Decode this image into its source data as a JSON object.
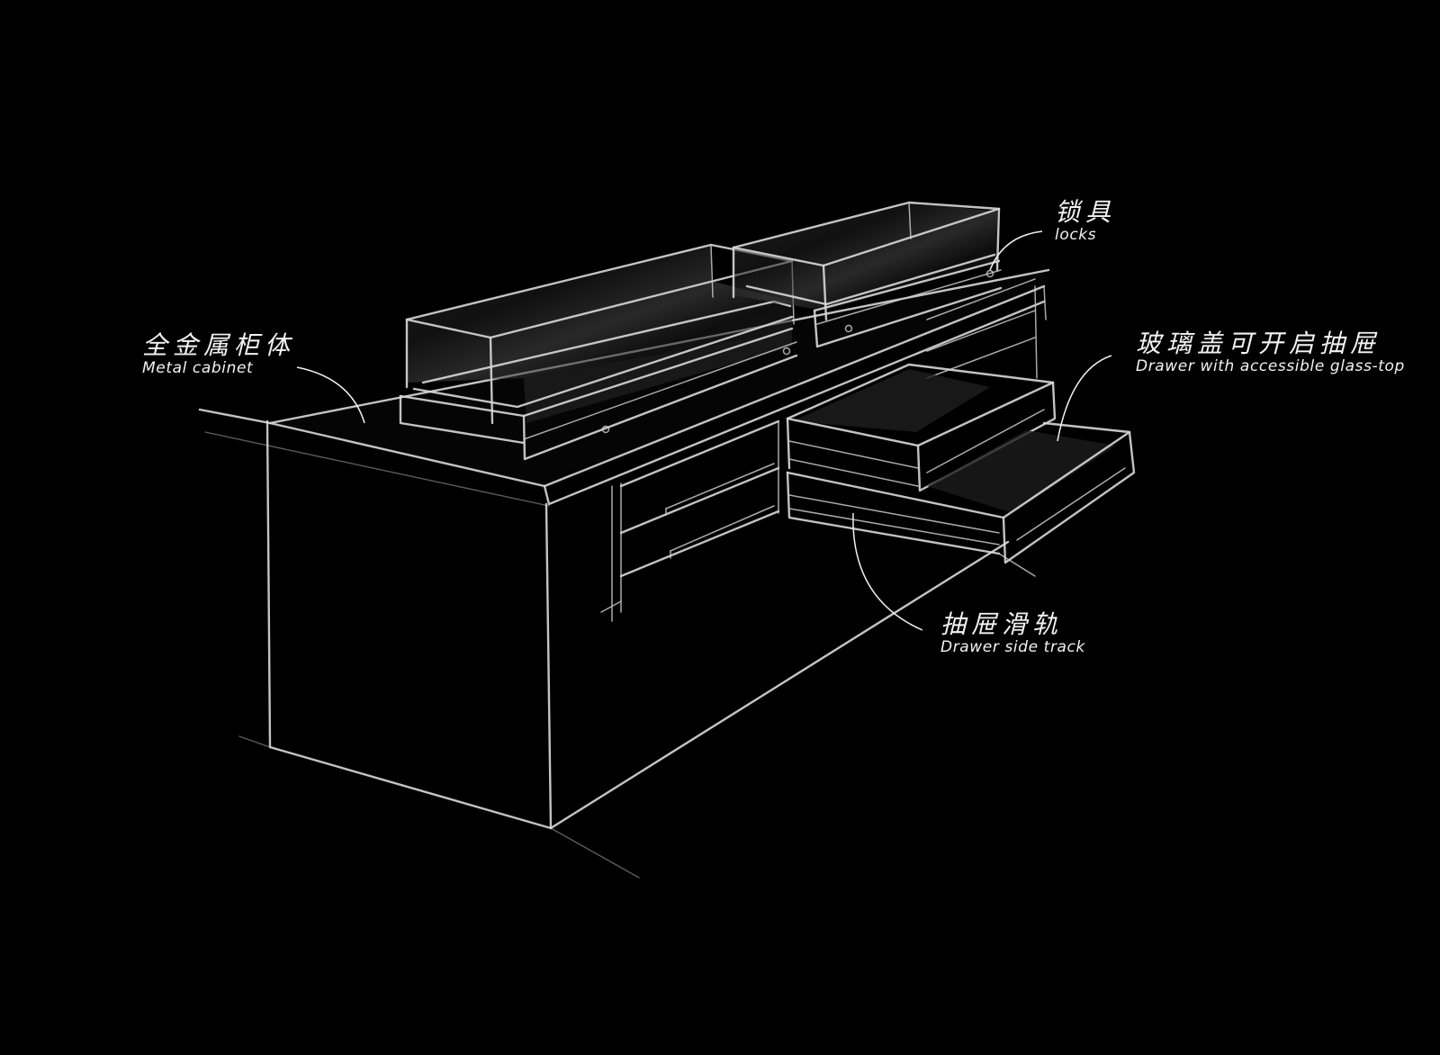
{
  "diagram": {
    "type": "hand-drawn perspective sketch",
    "subject": "Metal display cabinet with glass-top drawers",
    "background_color": "#000000",
    "line_color": "#d8d8d8"
  },
  "labels": {
    "metal_cabinet": {
      "zh": "全金属柜体",
      "en": "Metal cabinet"
    },
    "locks": {
      "zh": "锁具",
      "en": "locks"
    },
    "glass_top_drawer": {
      "zh": "玻璃盖可开启抽屉",
      "en": "Drawer with accessible glass-top"
    },
    "drawer_track": {
      "zh": "抽屉滑轨",
      "en": "Drawer side track"
    }
  },
  "components": [
    {
      "id": "cabinet-body",
      "name": "Metal cabinet body"
    },
    {
      "id": "glass-case-left",
      "name": "Long glass display case (left)"
    },
    {
      "id": "glass-case-right",
      "name": "Glass display case (right)"
    },
    {
      "id": "drawer-bank-left",
      "name": "Closed drawers (left bank)"
    },
    {
      "id": "drawer-open-upper",
      "name": "Open glass-top drawer (upper)"
    },
    {
      "id": "drawer-open-lower",
      "name": "Open glass-top drawer (lower)"
    },
    {
      "id": "lock",
      "name": "Lock on display case"
    }
  ]
}
